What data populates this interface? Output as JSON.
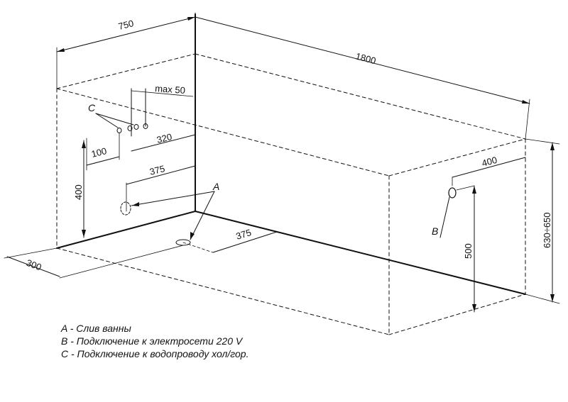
{
  "dimensions": {
    "width": "750",
    "length": "1800",
    "max_offset": "max 50",
    "supply_spacing": "100",
    "supply_to_wall": "320",
    "drain_to_wall": "375",
    "drain_to_wall_floor": "375",
    "supply_height": "400",
    "drain_from_edge": "300",
    "socket_offset": "400",
    "socket_height": "500",
    "tub_height": "630÷650"
  },
  "markers": {
    "a": "A",
    "b": "B",
    "c": "C"
  },
  "legend": [
    "A - Слив ванны",
    "B - Подключение к электросети 220 V",
    "C - Подключение к водопроводу хол/гор."
  ]
}
